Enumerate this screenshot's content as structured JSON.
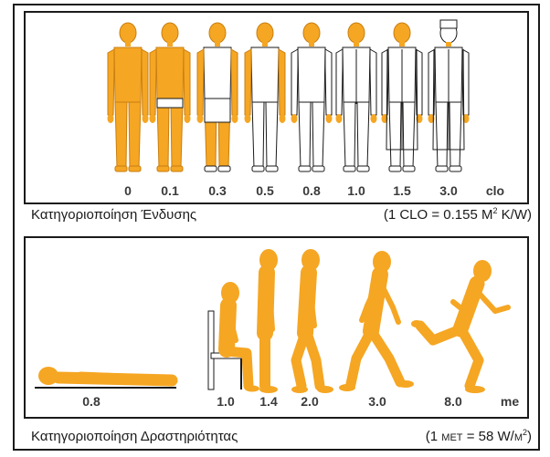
{
  "clothing": {
    "values": [
      "0",
      "0.1",
      "0.3",
      "0.5",
      "0.8",
      "1.0",
      "1.5",
      "3.0"
    ],
    "unit": "clo",
    "caption": "Κατηγοριοποίηση Ένδυσης",
    "conversion_prefix": "(1 CLO = 0.155 M",
    "conversion_sup": "2",
    "conversion_suffix": " K/W)"
  },
  "activity": {
    "values": [
      "0.8",
      "1.0",
      "1.4",
      "2.0",
      "3.0",
      "8.0"
    ],
    "unit": "me",
    "caption": "Κατηγοριοποίηση Δραστηριότητας",
    "conversion_prefix": "(1 ",
    "conversion_met": "MET",
    "conversion_mid": " = 58 W/",
    "conversion_m": "M",
    "conversion_sup": "2",
    "conversion_suffix": ")"
  },
  "colors": {
    "figure": "#f5a623",
    "figure_outline": "#c97f10",
    "outline": "#1a1a1a"
  }
}
